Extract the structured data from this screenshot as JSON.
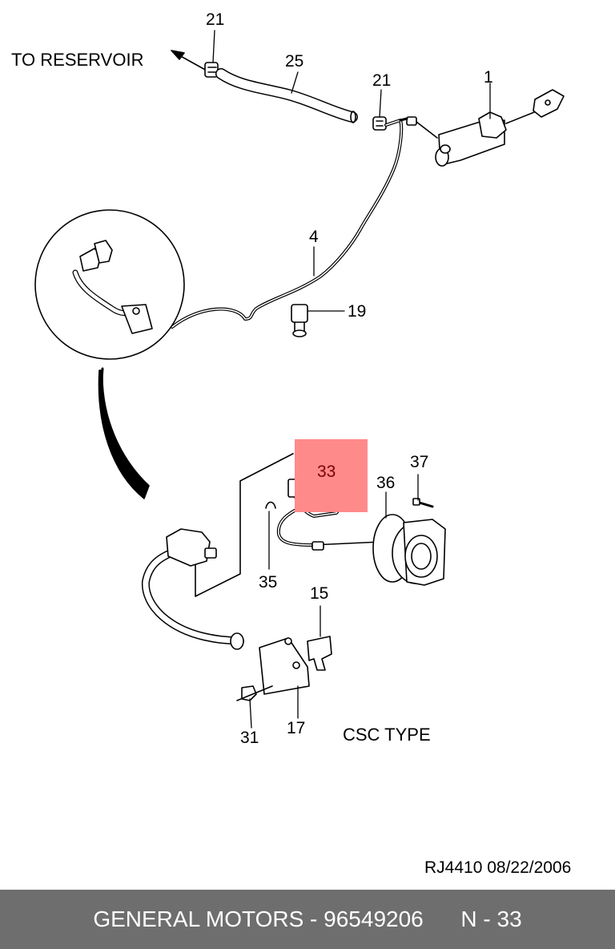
{
  "labels": {
    "to_reservoir": "TO RESERVOIR",
    "csc_type": "CSC TYPE",
    "reference": "RJ4410  08/22/2006"
  },
  "callouts": {
    "c21a": "21",
    "c25": "25",
    "c21b": "21",
    "c1": "1",
    "c4": "4",
    "c19": "19",
    "c33": "33",
    "c37": "37",
    "c36": "36",
    "c35": "35",
    "c15": "15",
    "c31": "31",
    "c17": "17"
  },
  "highlight": {
    "part": "33",
    "color": "#ff8a8a"
  },
  "footer": {
    "brand": "GENERAL MOTORS",
    "part_number": "96549206",
    "page": "N - 33",
    "background": "#6e6e6e"
  }
}
